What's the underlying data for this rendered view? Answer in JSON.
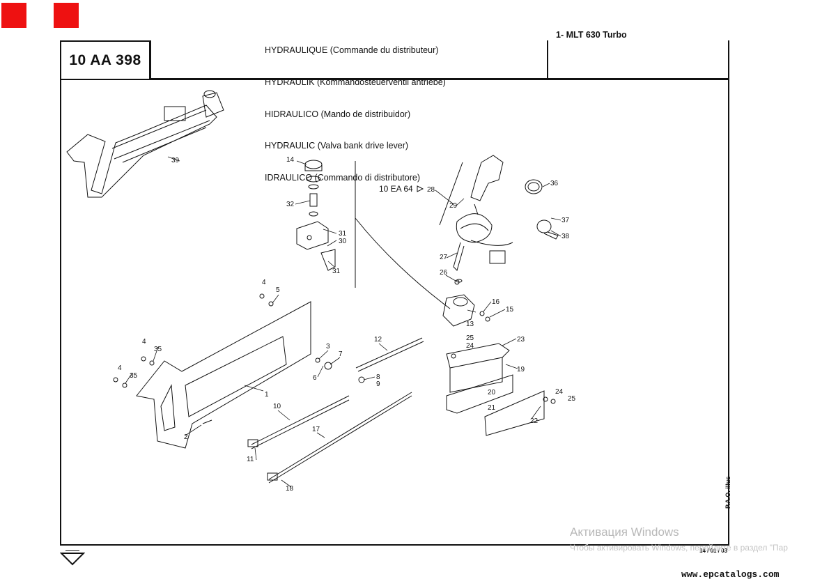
{
  "header": {
    "ref_code": "10 AA 398",
    "titles": [
      "HYDRAULIQUE (Commande du distributeur)",
      "HYDRAULIK (Kommandosteuerventil antriebe)",
      "HIDRAULICO (Mando de distribuidor)",
      "HYDRAULIC (Valva bank drive lever)",
      "IDRAULICO (Commando di distributore)"
    ],
    "model": "1- MLT 630 Turbo"
  },
  "diagram": {
    "reference_label": "10 EA 64",
    "callouts": [
      "1",
      "2",
      "3",
      "4",
      "4",
      "4",
      "5",
      "6",
      "7",
      "8",
      "9",
      "10",
      "11",
      "12",
      "13",
      "14",
      "15",
      "16",
      "17",
      "18",
      "19",
      "20",
      "21",
      "22",
      "23",
      "24",
      "24",
      "25",
      "25",
      "26",
      "27",
      "28",
      "29",
      "30",
      "31",
      "31",
      "32",
      "35",
      "35",
      "36",
      "37",
      "38",
      "39"
    ]
  },
  "footer": {
    "stamp": "P.A.O. illus",
    "date": "14 / 01 / 03",
    "watermark_title": "Активация Windows",
    "watermark_sub": "Чтобы активировать Windows, перейдите в раздел \"Пар",
    "site": "www.epcatalogs.com"
  },
  "colors": {
    "accent": "#ee1111",
    "ink": "#111111"
  }
}
